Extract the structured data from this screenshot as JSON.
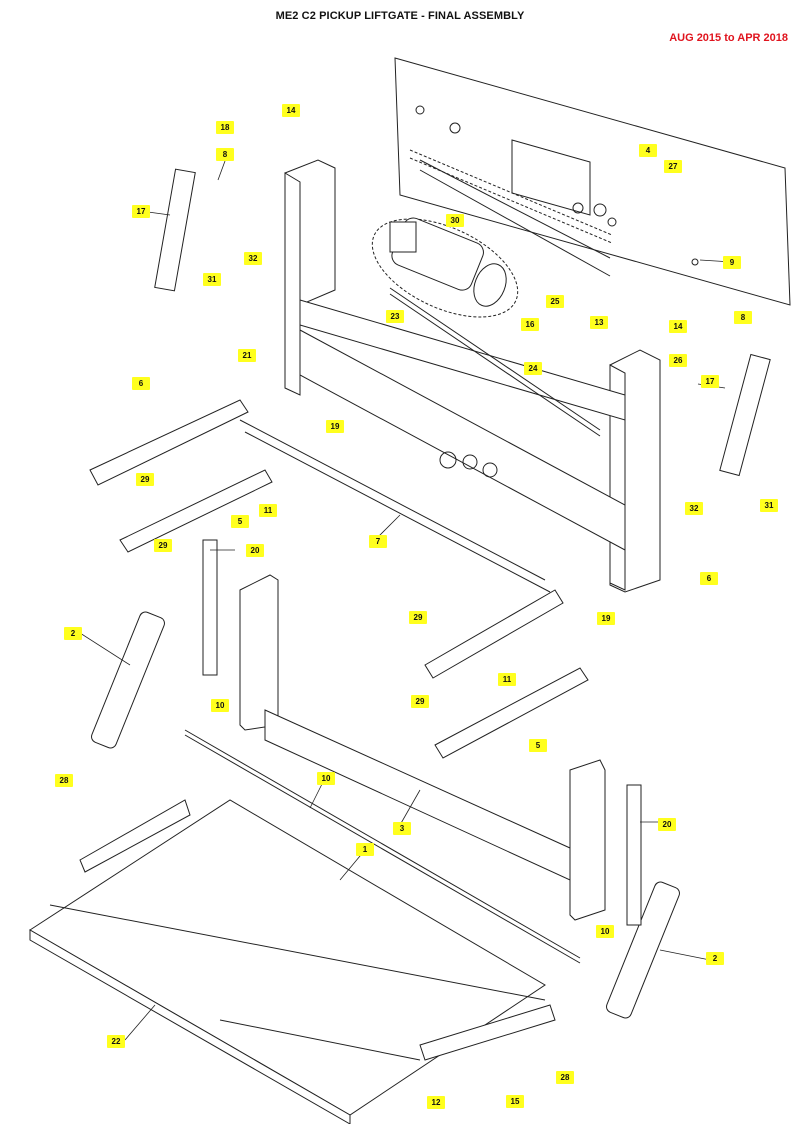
{
  "title": "ME2 C2 PICKUP LIFTGATE - FINAL ASSEMBLY",
  "date_range": "AUG 2015 to APR 2018",
  "callouts": [
    "14",
    "18",
    "8",
    "4",
    "27",
    "17",
    "30",
    "32",
    "9",
    "31",
    "25",
    "23",
    "16",
    "13",
    "14",
    "8",
    "6",
    "21",
    "24",
    "26",
    "17",
    "19",
    "29",
    "11",
    "5",
    "32",
    "31",
    "7",
    "29",
    "20",
    "6",
    "19",
    "2",
    "29",
    "11",
    "10",
    "29",
    "5",
    "10",
    "28",
    "3",
    "20",
    "1",
    "10",
    "2",
    "22",
    "28",
    "12",
    "15"
  ]
}
